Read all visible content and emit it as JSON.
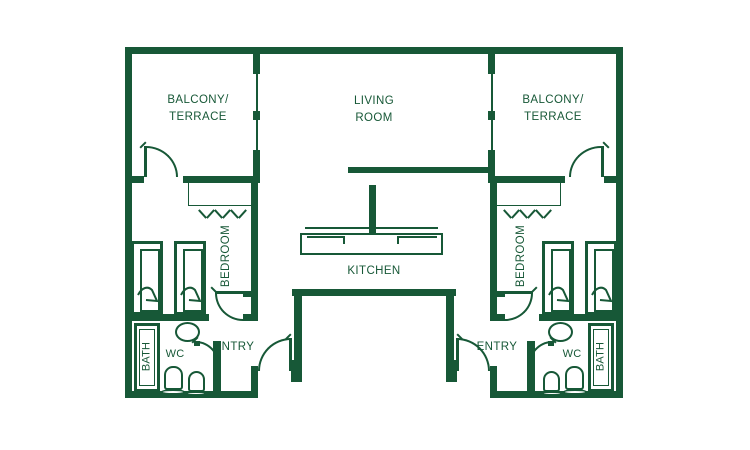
{
  "meta": {
    "type": "floor-plan",
    "units": 2,
    "ink_color": "#175837",
    "background_color": "#ffffff"
  },
  "rooms": {
    "balcony_left": {
      "line1": "BALCONY/",
      "line2": "TERRACE"
    },
    "living_room": {
      "line1": "LIVING",
      "line2": "ROOM"
    },
    "balcony_right": {
      "line1": "BALCONY/",
      "line2": "TERRACE"
    },
    "kitchen": {
      "label": "KITCHEN"
    },
    "bedroom_left": {
      "label": "BEDROOM"
    },
    "bedroom_right": {
      "label": "BEDROOM"
    },
    "entry_left": {
      "label": "ENTRY"
    },
    "entry_right": {
      "label": "ENTRY"
    },
    "wc_left": {
      "label": "WC"
    },
    "wc_right": {
      "label": "WC"
    },
    "bath_left": {
      "label": "BATH"
    },
    "bath_right": {
      "label": "BATH"
    }
  }
}
